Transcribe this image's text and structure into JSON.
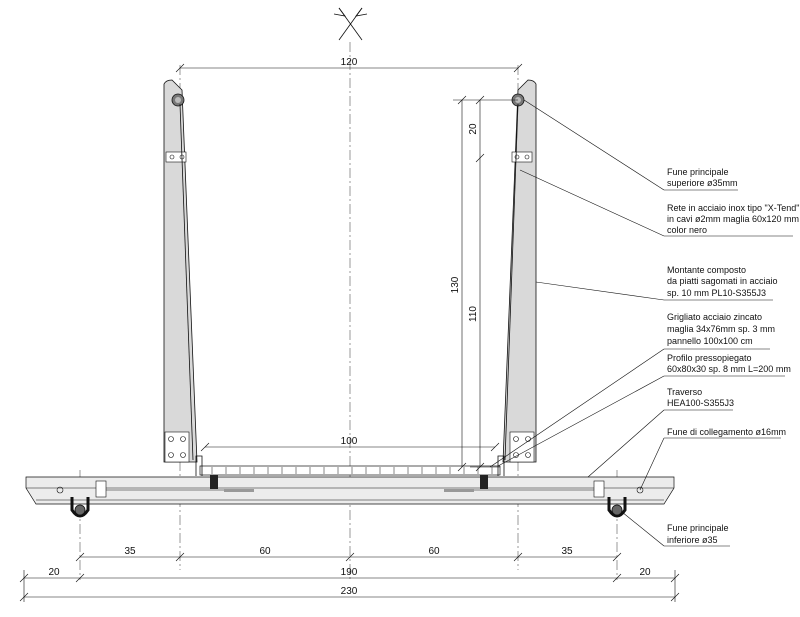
{
  "symbol": "section-marker",
  "dimensions": {
    "top_width": "120",
    "mesh_top": "20",
    "post_height": "130",
    "mesh_height": "110",
    "deck_width": "100",
    "seg_1": "35",
    "seg_2": "60",
    "seg_3": "60",
    "seg_4": "35",
    "outer_left": "20",
    "inner_total": "190",
    "outer_right": "20",
    "overall": "230"
  },
  "notes": {
    "fune_sup": [
      "Fune principale",
      "superiore ø35mm"
    ],
    "rete": [
      "Rete in acciaio inox tipo \"X-Tend\"",
      "in cavi ø2mm maglia 60x120 mm",
      "color nero"
    ],
    "montante": [
      "Montante composto",
      "da piatti sagomati in acciaio",
      "sp. 10 mm PL10-S355J3"
    ],
    "grigliato": [
      "Grigliato acciaio zincato",
      "maglia 34x76mm sp. 3 mm",
      "pannello 100x100 cm"
    ],
    "profilo": [
      "Profilo pressopiegato",
      "60x80x30 sp. 8 mm L=200 mm"
    ],
    "traverso": [
      "Traverso",
      "HEA100-S355J3"
    ],
    "fune_coll": [
      "Fune di collegamento ø16mm"
    ],
    "fune_inf": [
      "Fune principale",
      "inferiore ø35"
    ]
  },
  "colors": {
    "line": "#111111",
    "post_fill": "#d9d9d9",
    "plate_fill": "#ececec"
  }
}
